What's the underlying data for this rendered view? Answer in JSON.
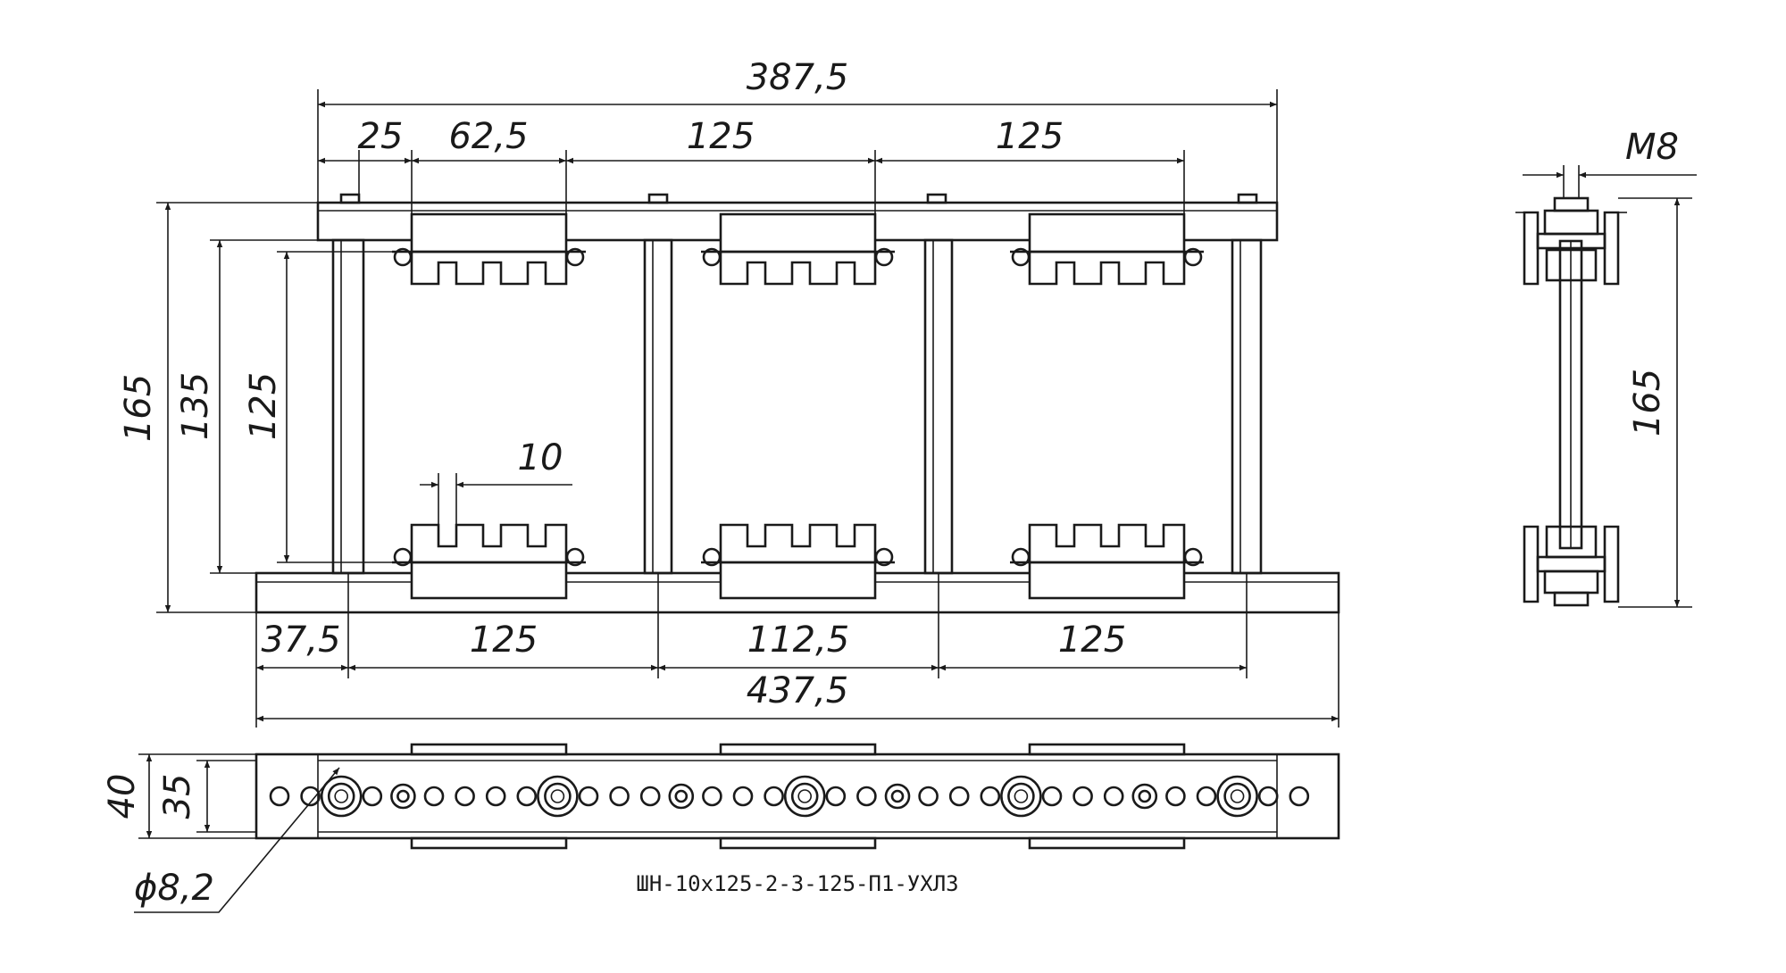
{
  "dimensions": {
    "overall_top": "387,5",
    "d_25": "25",
    "d_62_5": "62,5",
    "d_125_top_a": "125",
    "d_125_top_b": "125",
    "height_165": "165",
    "height_135": "135",
    "height_125": "125",
    "comb_10": "10",
    "d_37_5": "37,5",
    "d_125_bot_a": "125",
    "d_112_5": "112,5",
    "d_125_bot_b": "125",
    "overall_bottom": "437,5",
    "thread_m8": "M8",
    "side_height_165": "165",
    "plan_40": "40",
    "plan_35": "35",
    "hole_diameter": "ϕ8,2"
  },
  "designation": "ШН-10х125-2-3-125-П1-УХЛ3",
  "colors": {
    "line": "#1a1a1a",
    "background": "#ffffff"
  }
}
